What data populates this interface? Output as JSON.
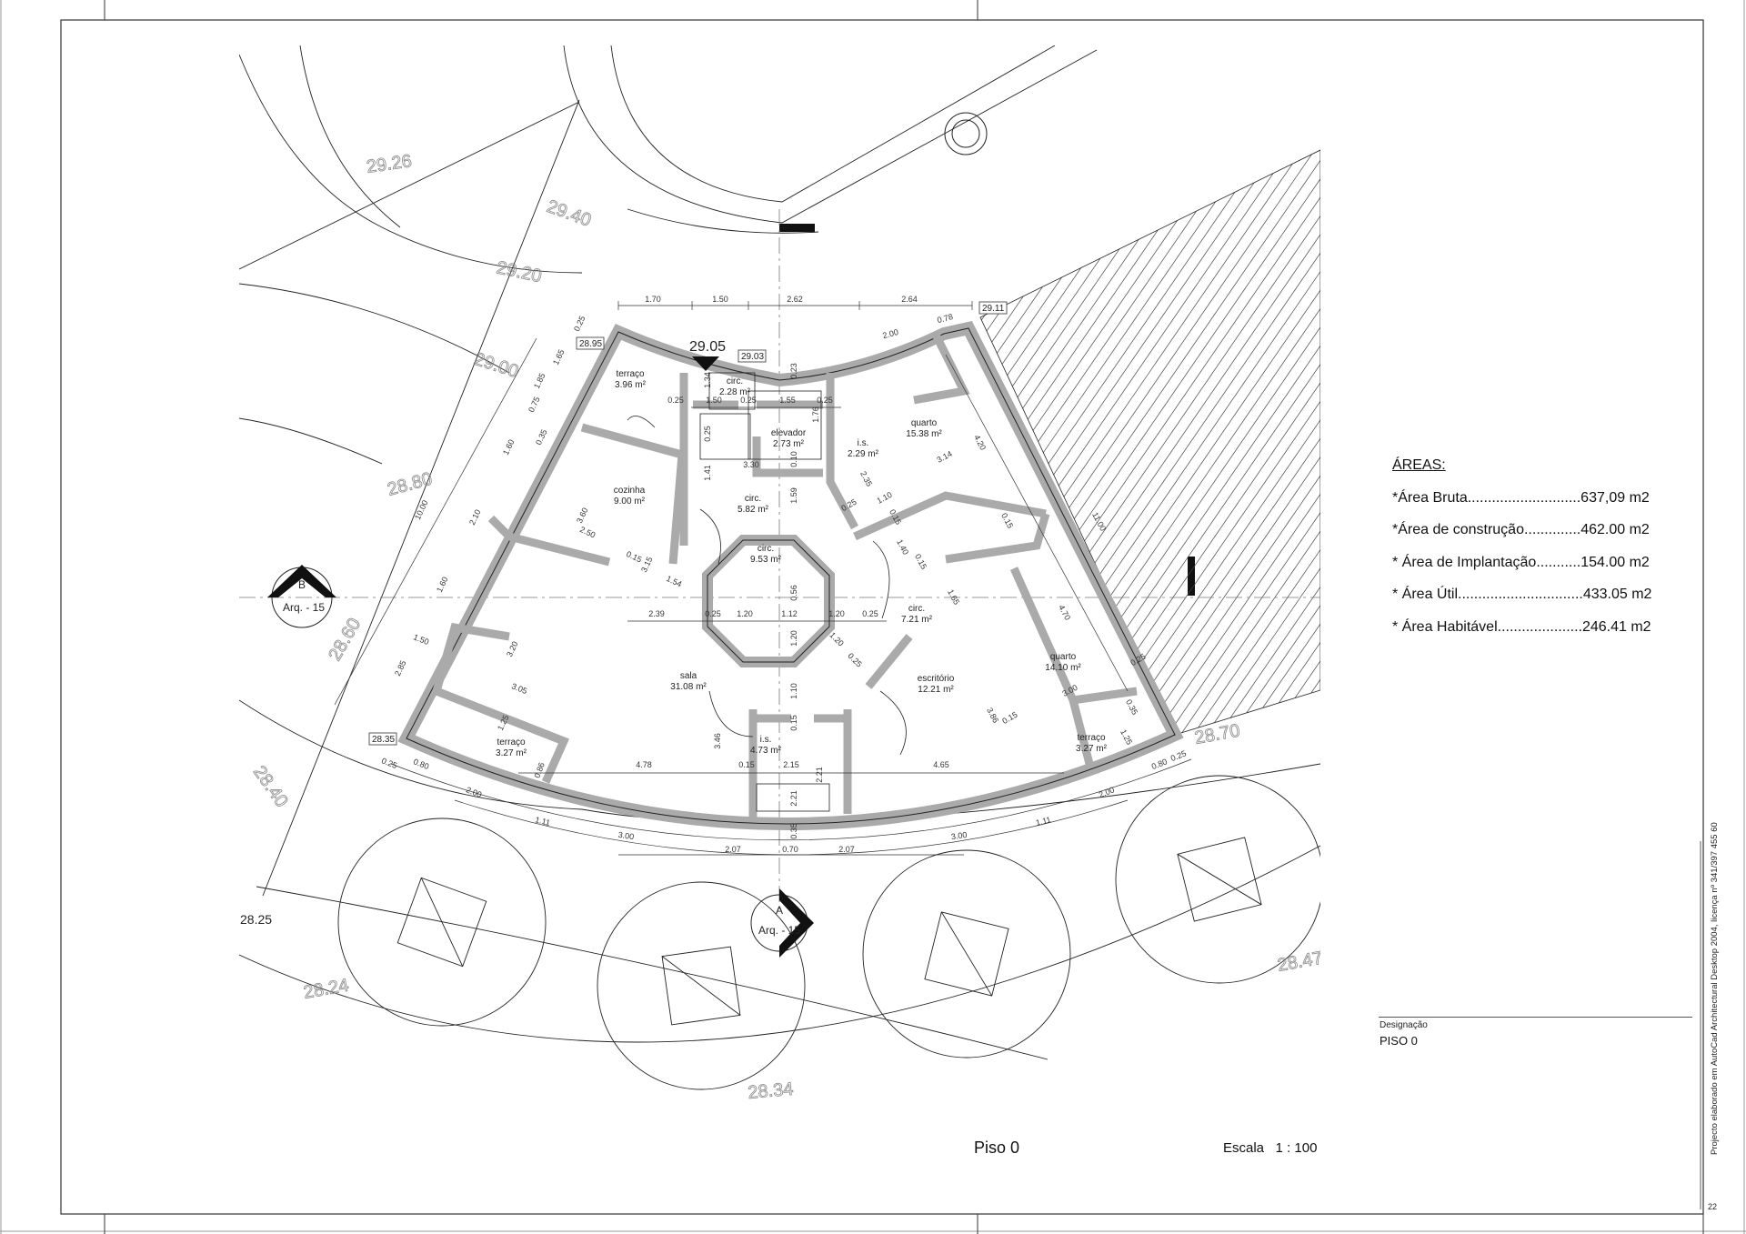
{
  "sheet": {
    "title": "Piso 0",
    "scale_label": "Escala",
    "scale_value": "1 : 100",
    "page_number": "22",
    "credit": "Projecto elaborado em AutoCad Architectural Desktop 2004, licença nº 341/397 455 60"
  },
  "title_block": {
    "designation_label": "Designação",
    "designation_value": "PISO 0"
  },
  "areas": {
    "heading": "ÁREAS:",
    "rows": [
      "*Área Bruta............................637,09 m2",
      "*Área de construção..............462.00 m2",
      "* Área de Implantação...........154.00 m2",
      "* Área Útil...............................433.05 m2",
      "* Área Habitável.....................246.41 m2"
    ]
  },
  "plan": {
    "rooms": [
      {
        "name": "terraço",
        "area": "3.96 m²"
      },
      {
        "name": "circ.",
        "area": "2.28 m²"
      },
      {
        "name": "elevador",
        "area": "2.73 m²"
      },
      {
        "name": "i.s.",
        "area": "2.29 m²"
      },
      {
        "name": "quarto",
        "area": "15.38 m²"
      },
      {
        "name": "cozinha",
        "area": "9.00 m²"
      },
      {
        "name": "circ.",
        "area": "5.82 m²"
      },
      {
        "name": "circ.",
        "area": "9.53 m²"
      },
      {
        "name": "circ.",
        "area": "7.21 m²"
      },
      {
        "name": "quarto",
        "area": "14.10 m²"
      },
      {
        "name": "sala",
        "area": "31.08 m²"
      },
      {
        "name": "escritório",
        "area": "12.21 m²"
      },
      {
        "name": "i.s.",
        "area": "4.73 m²"
      },
      {
        "name": "terraço",
        "area": "3.27 m²"
      },
      {
        "name": "terraço",
        "area": "3.27 m²"
      }
    ],
    "contour_levels": [
      "29.26",
      "29.40",
      "29.20",
      "29.00",
      "28.80",
      "28.60",
      "28.40",
      "28.24",
      "28.34",
      "28.47",
      "28.70"
    ],
    "spot_levels_boxed": [
      "28.95",
      "29.03",
      "29.11",
      "28.35"
    ],
    "main_level": "29.05",
    "corner_level": "28.25",
    "dimensions": [
      "1.70",
      "1.50",
      "2.62",
      "2.64",
      "2.00",
      "0.78",
      "0.25",
      "1.50",
      "0.25",
      "1.55",
      "0.25",
      "0.23",
      "1.34",
      "1.76",
      "0.25",
      "1.41",
      "3.30",
      "0.10",
      "1.59",
      "3.14",
      "4.20",
      "2.35",
      "1.10",
      "0.25",
      "0.15",
      "2.39",
      "0.25",
      "1.20",
      "1.12",
      "1.20",
      "0.25",
      "0.56",
      "1.20",
      "1.20",
      "0.25",
      "1.10",
      "0.15",
      "4.78",
      "0.15",
      "2.15",
      "2.21",
      "4.65",
      "3.46",
      "2.21",
      "0.35",
      "2.07",
      "0.70",
      "2.07",
      "3.00",
      "3.00",
      "1.11",
      "1.11",
      "2.00",
      "2.00",
      "0.80",
      "0.80",
      "0.25",
      "0.25",
      "0.86",
      "1.25",
      "3.05",
      "3.20",
      "2.85",
      "1.50",
      "1.60",
      "2.10",
      "1.60",
      "0.75",
      "1.65",
      "1.85",
      "0.25",
      "10.00",
      "3.60",
      "2.50",
      "3.15",
      "1.54",
      "0.15",
      "0.35",
      "4.70",
      "11.00",
      "1.65",
      "3.86",
      "0.15",
      "3.00",
      "1.25",
      "0.35",
      "0.25",
      "1.40",
      "0.15",
      "0.15"
    ],
    "section_markers": [
      {
        "letter": "B",
        "ref": "Arq. - 15"
      },
      {
        "letter": "A",
        "ref": "Arq. - 15"
      }
    ]
  }
}
